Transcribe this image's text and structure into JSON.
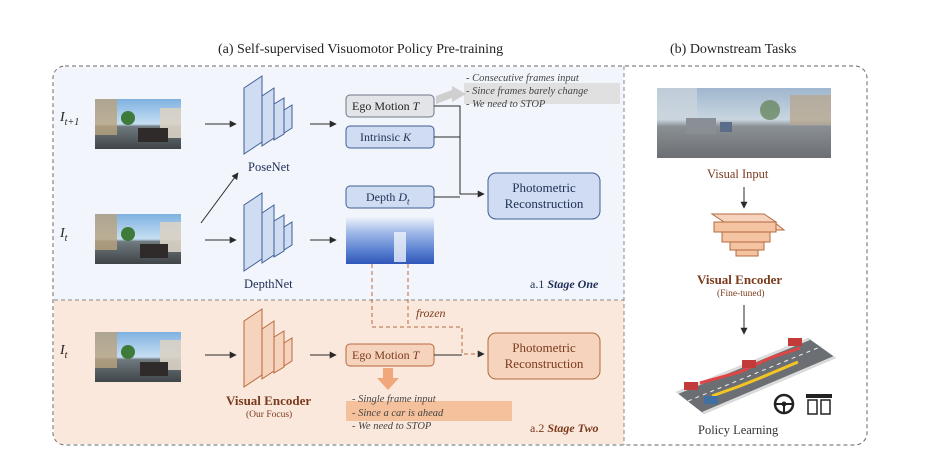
{
  "headers": {
    "left": "(a) Self-supervised Visuomotor Policy Pre-training",
    "right": "(b) Downstream Tasks"
  },
  "inputs": {
    "i_t1_base": "I",
    "i_t1_sub": "t+1",
    "i_t_base": "I",
    "i_t_sub": "t",
    "i_t2_base": "I",
    "i_t2_sub": "t"
  },
  "stage_one": {
    "posenet": "PoseNet",
    "depthnet": "DepthNet",
    "ego_motion": "Ego Motion",
    "ego_motion_sym": "T",
    "intrinsic": "Intrinsic",
    "intrinsic_sym": "K",
    "depth": "Depth",
    "depth_sym": "D",
    "depth_sub": "t",
    "photometric": [
      "Photometric",
      "Reconstruction"
    ],
    "notes": [
      "- Consecutive frames input",
      "- Since frames barely change",
      "- We need to STOP"
    ],
    "label_prefix": "a.1",
    "label": "Stage One"
  },
  "frozen": "frozen",
  "stage_two": {
    "encoder": "Visual Encoder",
    "encoder_sub": "(Our Focus)",
    "ego_motion": "Ego Motion",
    "ego_motion_sym": "T",
    "photometric": [
      "Photometric",
      "Reconstruction"
    ],
    "notes": [
      "- Single frame input",
      "- Since a car is ahead",
      "- We need to STOP"
    ],
    "label_prefix": "a.2",
    "label": "Stage Two"
  },
  "downstream": {
    "visual_input": "Visual Input",
    "encoder": "Visual Encoder",
    "encoder_sub": "(Fine-tuned)",
    "policy": "Policy Learning"
  },
  "colors": {
    "blue_bg": "#f2f5fc",
    "blue_fill": "#cfdcf2",
    "blue_stroke": "#3d5e95",
    "orange_bg": "#fbe8dc",
    "orange_fill": "#f6d3bd",
    "orange_stroke": "#b66a3e",
    "brown_text": "#7a3a1c"
  }
}
